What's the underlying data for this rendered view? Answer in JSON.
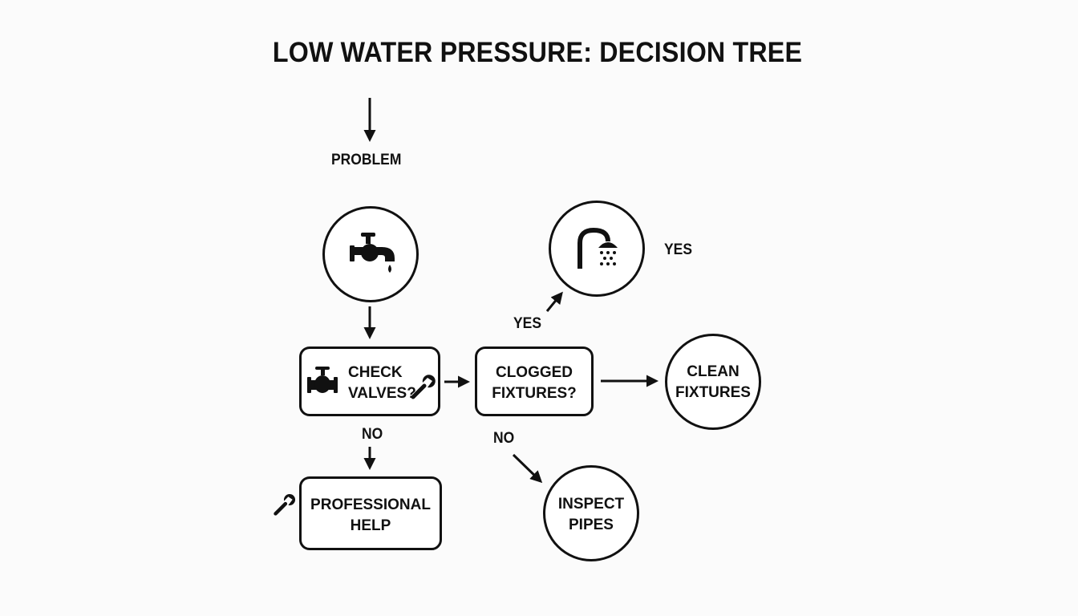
{
  "title": "LOW WATER PRESSURE: DECISION TREE",
  "nodes": {
    "problem": {
      "label": "PROBLEM",
      "icon": "faucet-icon"
    },
    "check_valves": {
      "line1": "CHECK",
      "line2": "VALVES?",
      "icons": [
        "valve-icon",
        "wrench-icon"
      ]
    },
    "clogged_fixtures": {
      "line1": "CLOGGED",
      "line2": "FIXTURES?"
    },
    "shower": {
      "icon": "shower-icon",
      "label": "YES"
    },
    "clean_fixtures": {
      "line1": "CLEAN",
      "line2": "FIXTURES"
    },
    "professional_help": {
      "line1": "PROFESSIONAL",
      "line2": "HELP",
      "icon": "wrench-icon"
    },
    "inspect_pipes": {
      "line1": "INSPECT",
      "line2": "PIPES"
    }
  },
  "edges": {
    "valves_no": "NO",
    "clogged_yes": "YES",
    "clogged_no": "NO"
  },
  "colors": {
    "ink": "#111111",
    "background": "#fbfbfb"
  }
}
